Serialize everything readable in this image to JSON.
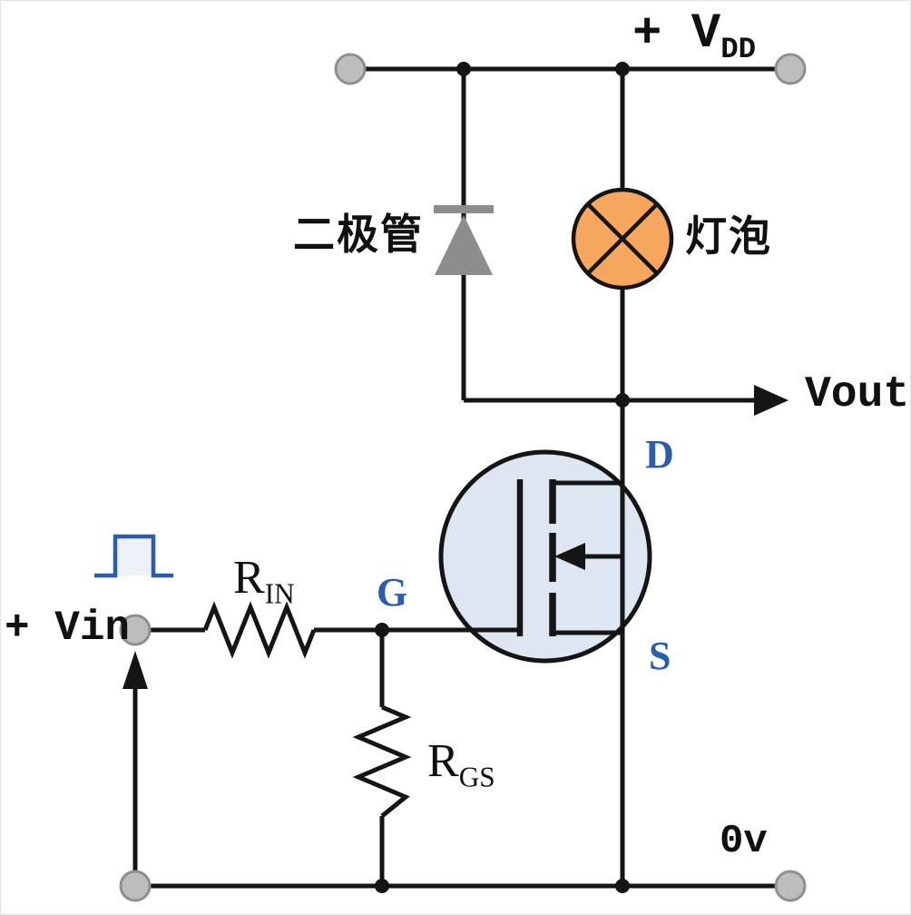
{
  "diagram": {
    "type": "circuit-schematic",
    "labels": {
      "vdd_prefix": "+ V",
      "vdd_sub": "DD",
      "vout": "Vout",
      "ground": "0v",
      "vin": "+ Vin",
      "rin_main": "R",
      "rin_sub": "IN",
      "rgs_main": "R",
      "rgs_sub": "GS",
      "gate_pin": "G",
      "drain_pin": "D",
      "source_pin": "S",
      "diode_label": "二极管",
      "lamp_label": "灯泡"
    },
    "colors": {
      "wire": "#151515",
      "junction": "#151515",
      "terminal_fill": "#bdbdbd",
      "terminal_stroke": "#8f8f8f",
      "lamp_fill": "#f7a65e",
      "diode_fill": "#8d8d8d",
      "mosfet_fill": "#dde6f1",
      "pin_label_color": "#2b5cad",
      "pulse_color": "#2b5cad",
      "text_color": "#111111"
    }
  }
}
